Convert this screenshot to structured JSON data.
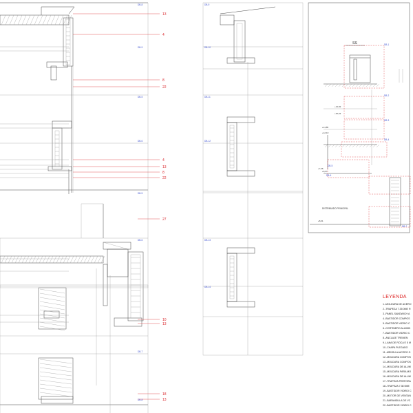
{
  "colors": {
    "line": "#444444",
    "light": "#9a9a9a",
    "red": "#d9262b",
    "blue": "#3a4fd0"
  },
  "tags_left": [
    "DB-8",
    "DB-9",
    "DB-5",
    "DB-6",
    "DB-5",
    "DB-6",
    "DB-7",
    "DB-8"
  ],
  "tags_mid": [
    "DB-9",
    "DB-10",
    "DB-11",
    "DB-12",
    "DB-13",
    "DB-14"
  ],
  "callouts": [
    "13",
    "4",
    "8",
    "22",
    "4",
    "13",
    "8",
    "22",
    "27",
    "10",
    "13",
    "18",
    "13"
  ],
  "tags_section": [
    "DB-1",
    "DB-2",
    "DB-3",
    "DB-4",
    "DB-5",
    "DB-6",
    "DB-7"
  ],
  "section_label": "SS",
  "room_label": "DISTRIBUIDO PRINCIPAL",
  "levels": [
    "+14,82",
    "+15,52",
    "+11,85",
    "+12,10",
    "+7,36",
    "+8,07",
    "+8,01"
  ],
  "legend": {
    "title": "LEYENDA",
    "items": [
      "1.-MOLDURA DE ACERO",
      "2.-TRAPEZA 7.35 0ME R",
      "3.-PANEL SANDWICH A",
      "4.-BASTIDOR COMPOS",
      "5.-BASTIDOR VIDRIO C",
      "6.-CORTINERO ALUMIN",
      "7.-BASTIDOR VIDRIO C",
      "8.-ANCLAJE TREMEN",
      "9.-LANA DE ROCA E 5 M",
      "10.-CHAPA PLEGADO",
      "11.-MENSULA ACERO G",
      "12.-MOLDURA COMPOS",
      "13.-MOLDURA COMPOS",
      "14.-MOLDURA DE ALUM",
      "15.-MOLDURA PARA MO",
      "16.-MOLDURA DE ALUM",
      "17.-TRAPEZA PERFORA",
      "18.-TRAPEZA 7.35 0ME",
      "19.-BASTIDOR VIDRIO C",
      "20.-MOTOR DE VENTAN",
      "21.-BARANDILLA DE VC",
      "22.-BASTIDOR VIDRIO C"
    ]
  }
}
